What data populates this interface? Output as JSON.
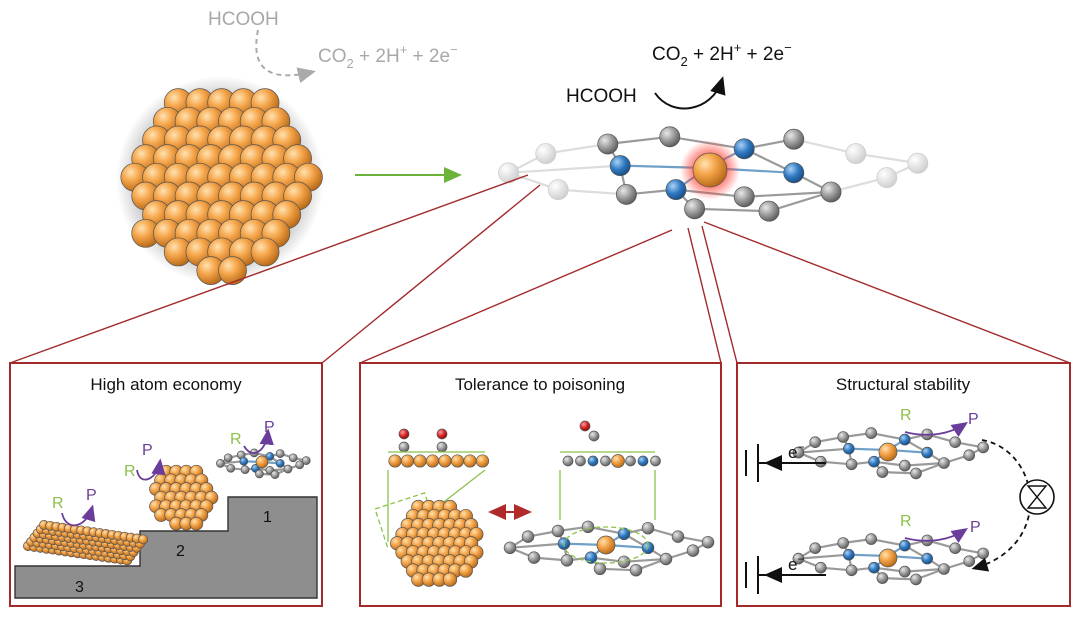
{
  "top_left": {
    "reactant": "HCOOH",
    "products": {
      "co2": "CO",
      "co2_sub": "2",
      "h": " + 2H",
      "h_sup": "+",
      "e": " + 2e",
      "e_sup": "−"
    }
  },
  "top_right": {
    "reactant": "HCOOH",
    "products": {
      "co2": "CO",
      "co2_sub": "2",
      "h": " + 2H",
      "h_sup": "+",
      "e": " + 2e",
      "e_sup": "−"
    }
  },
  "panels": [
    {
      "title": "High atom economy",
      "step_labels": [
        "3",
        "2",
        "1"
      ],
      "reactant_label": "R",
      "product_label": "P"
    },
    {
      "title": "Tolerance to poisoning"
    },
    {
      "title": "Structural stability",
      "reactant_label": "R",
      "product_label": "P",
      "electron_label": "e",
      "electron_sup": "−"
    }
  ],
  "colors": {
    "frame": "#a32a2a",
    "gold": "#f0a24a",
    "gray_atom": "#8c8c8c",
    "blue_atom": "#2f79c2",
    "green": "#8cc24a",
    "purple": "#6a3d9a",
    "step_gray": "#8e8e8e",
    "red_arrow": "#b02a2a"
  }
}
